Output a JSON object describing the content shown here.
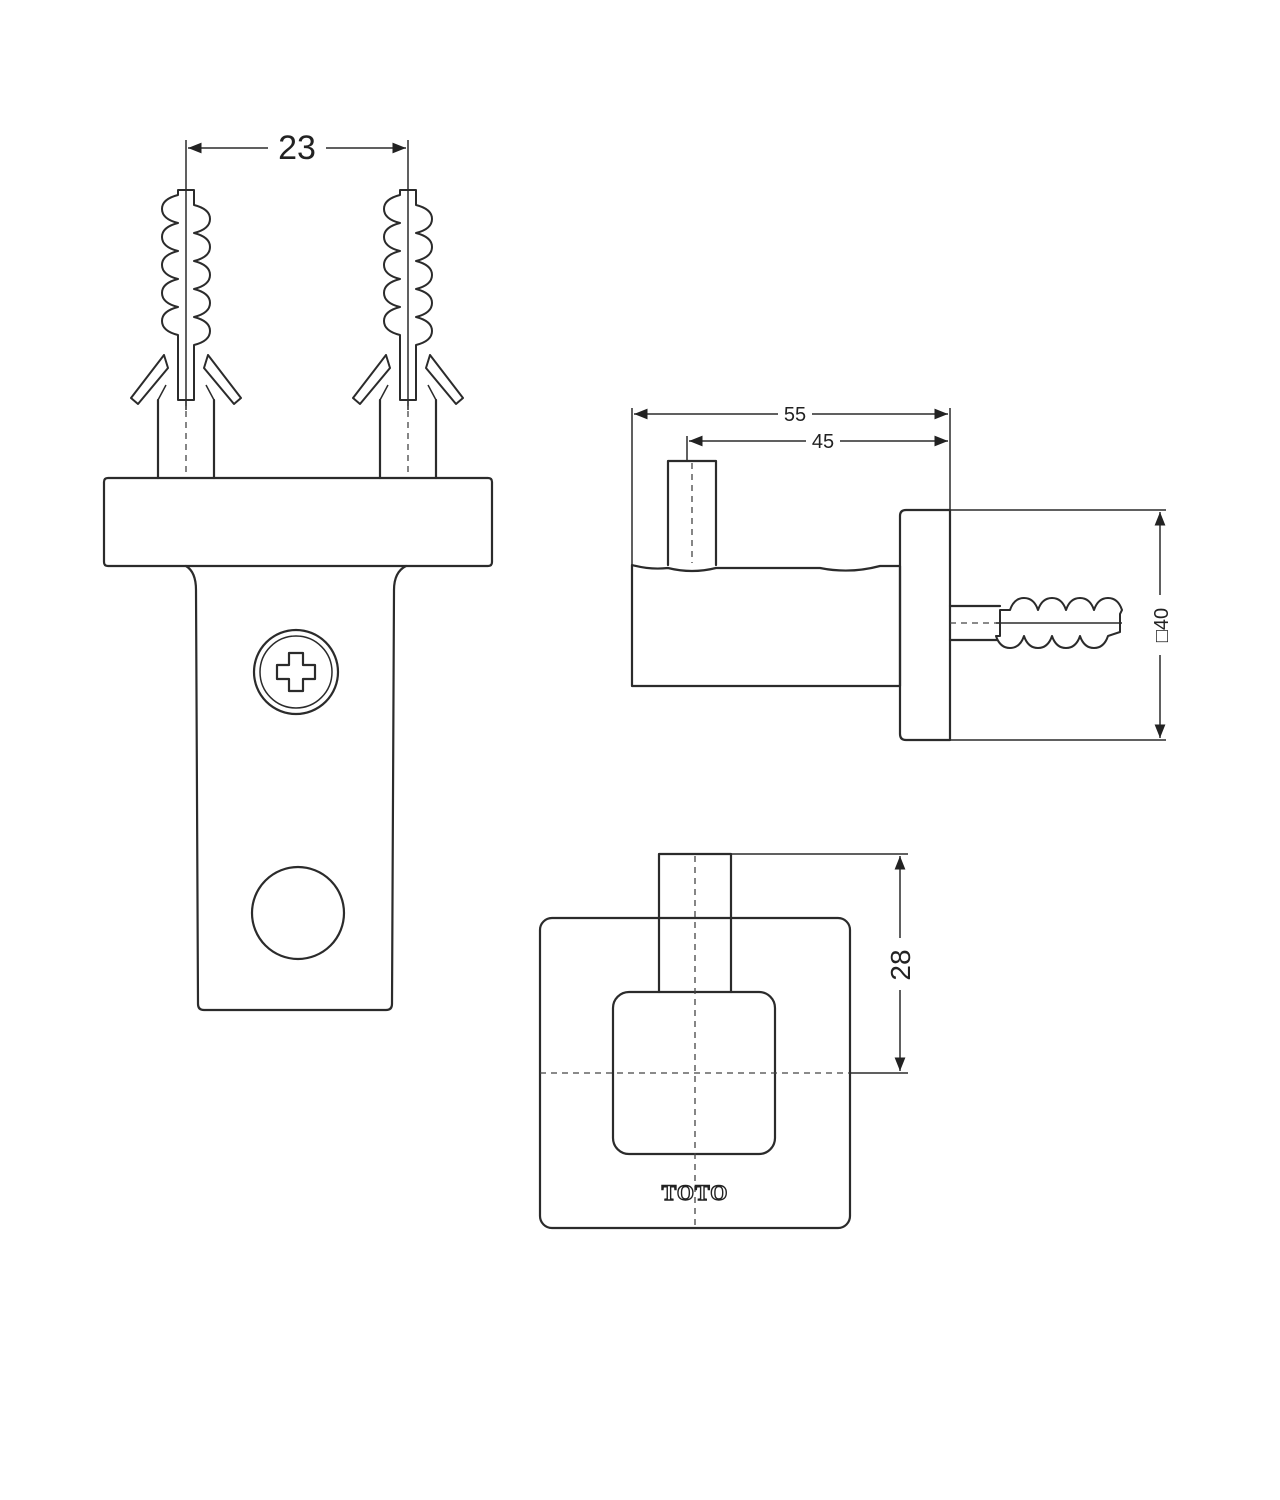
{
  "dimensions": {
    "plug_spacing": "23",
    "overall_depth": "55",
    "hook_depth": "45",
    "base_square": "□40",
    "hook_height": "28"
  },
  "brand": {
    "logo_text": "TOTO"
  },
  "colors": {
    "line": "#2b2b2b",
    "background": "#ffffff"
  }
}
